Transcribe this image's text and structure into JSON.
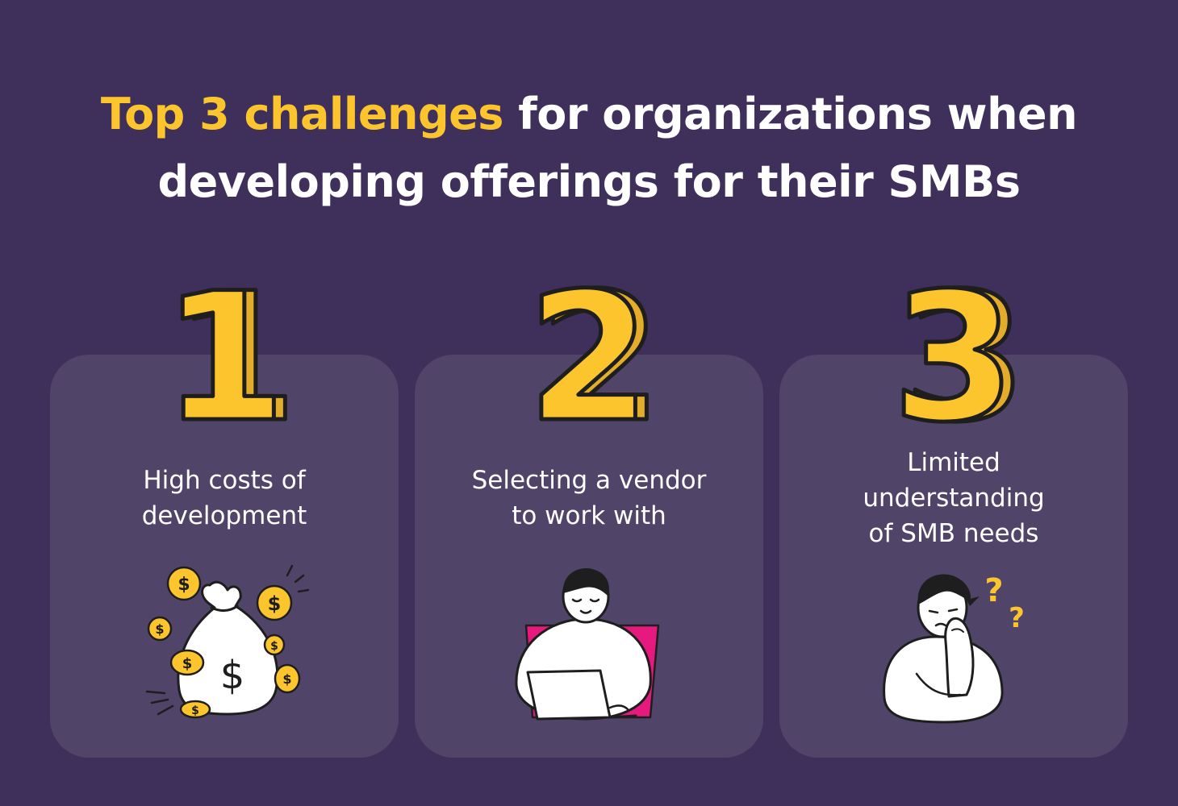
{
  "title": {
    "highlight": "Top 3 challenges",
    "rest_line1": " for organizations when",
    "line2": "developing offerings for their SMBs"
  },
  "challenges": [
    {
      "number": "1",
      "line1": "High costs of",
      "line2": "development",
      "icon": "money-bag-icon"
    },
    {
      "number": "2",
      "line1": "Selecting a vendor",
      "line2": "to work with",
      "icon": "person-laptop-icon"
    },
    {
      "number": "3",
      "line1": "Limited",
      "line2": "understanding",
      "line3": "of SMB needs",
      "icon": "confused-person-icon"
    }
  ],
  "colors": {
    "background": "#3e2f5b",
    "card": "#504469",
    "accent": "#fcc52d",
    "accent_shadow": "#e3ac2a",
    "pink": "#e6197f"
  }
}
